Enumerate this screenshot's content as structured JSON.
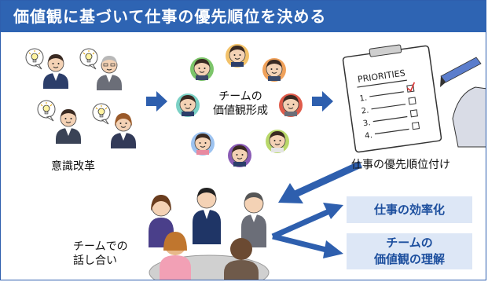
{
  "title": "価値観に基づいて仕事の優先順位を決める",
  "labels": {
    "awareness": "意識改革",
    "team_values_line1": "チームの",
    "team_values_line2": "価値観形成",
    "prioritization": "仕事の優先順位付け",
    "discussion_line1": "チームでの",
    "discussion_line2": "話し合い"
  },
  "clipboard": {
    "header": "PRIORITIES",
    "items": [
      "1.",
      "2.",
      "3.",
      "4."
    ]
  },
  "results": {
    "efficiency": "仕事の効率化",
    "understanding_line1": "チームの",
    "understanding_line2": "価値観の理解"
  },
  "colors": {
    "title_bg": "#2e64b3",
    "arrow": "#2e5fae",
    "result_bg": "#dde7f6",
    "result_text": "#1d4f9e"
  }
}
